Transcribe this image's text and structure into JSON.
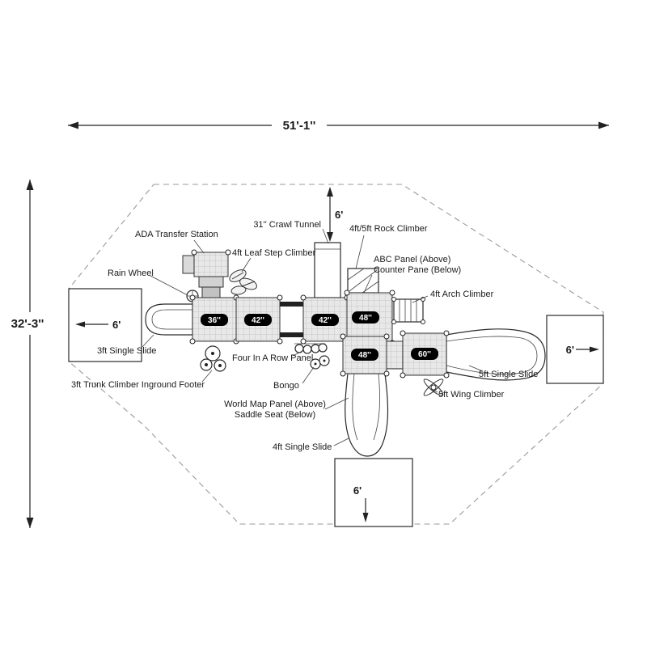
{
  "dimensions": {
    "overall_width": "51'-1''",
    "overall_height": "32'-3''"
  },
  "zones": {
    "top": "6'",
    "left": "6'",
    "right": "6'",
    "bottom": "6'"
  },
  "decks": {
    "deck_36": "36''",
    "deck_42_a": "42''",
    "deck_42_b": "42''",
    "deck_48_a": "48''",
    "deck_48_b": "48''",
    "deck_60": "60''"
  },
  "callouts": {
    "crawl_tunnel": "31'' Crawl Tunnel",
    "rock_climber": "4ft/5ft Rock Climber",
    "ada_transfer": "ADA Transfer Station",
    "leaf_step": "4ft Leaf Step Climber",
    "abc_panel_line1": "ABC Panel  (Above)",
    "abc_panel_line2": "Counter Pane  (Below)",
    "rain_wheel": "Rain Wheel",
    "arch_climber": "4ft Arch Climber",
    "slide_3ft": "3ft Single Slide",
    "four_in_a_row": "Four In A Row Panel",
    "trunk_climber": "3ft Trunk Climber Inground Footer",
    "bongo": "Bongo",
    "world_map_line1": "World Map Panel  (Above)",
    "world_map_line2": "Saddle Seat  (Below)",
    "slide_5ft": "5ft Single Slide",
    "wing_climber": "5ft Wing Climber",
    "slide_4ft": "4ft Single Slide"
  },
  "colors": {
    "line": "#222222",
    "boundary_dash": "#9a9a9a",
    "deck_fill": "#e8e8e8",
    "pill": "#000000",
    "pill_text": "#ffffff"
  }
}
